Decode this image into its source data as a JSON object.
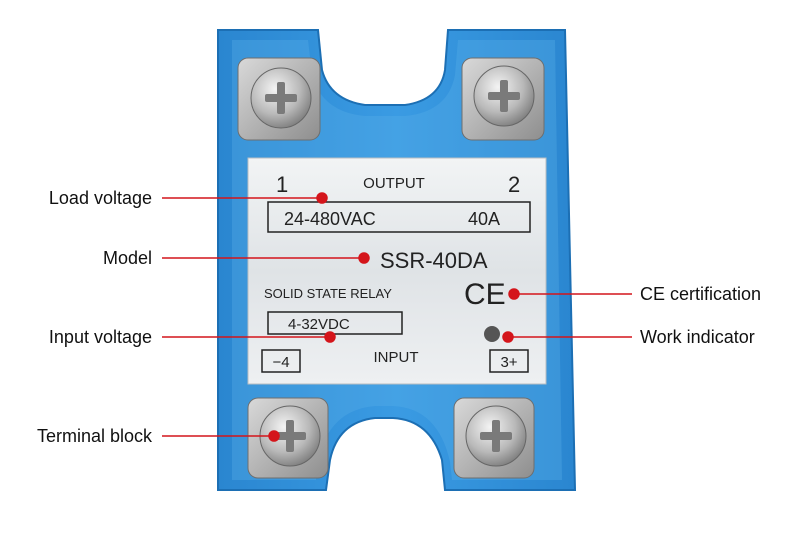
{
  "relay": {
    "terminal_1": "1",
    "terminal_2": "2",
    "output_heading": "OUTPUT",
    "load_voltage": "24-480VAC",
    "load_current": "40A",
    "model": "SSR-40DA",
    "type_text": "SOLID STATE RELAY",
    "ce_mark": "CE",
    "input_voltage": "4-32VDC",
    "input_heading": "INPUT",
    "terminal_minus": "−4",
    "terminal_plus": "3+"
  },
  "callouts": {
    "load_voltage": "Load voltage",
    "model": "Model",
    "input_voltage": "Input voltage",
    "terminal_block": "Terminal block",
    "ce_certification": "CE certification",
    "work_indicator": "Work indicator"
  },
  "colors": {
    "housing_blue": "#2f8fd9",
    "housing_blue_dark": "#1c6fb4",
    "label_silver": "#e9ecee",
    "callout_red": "#d4151b"
  }
}
